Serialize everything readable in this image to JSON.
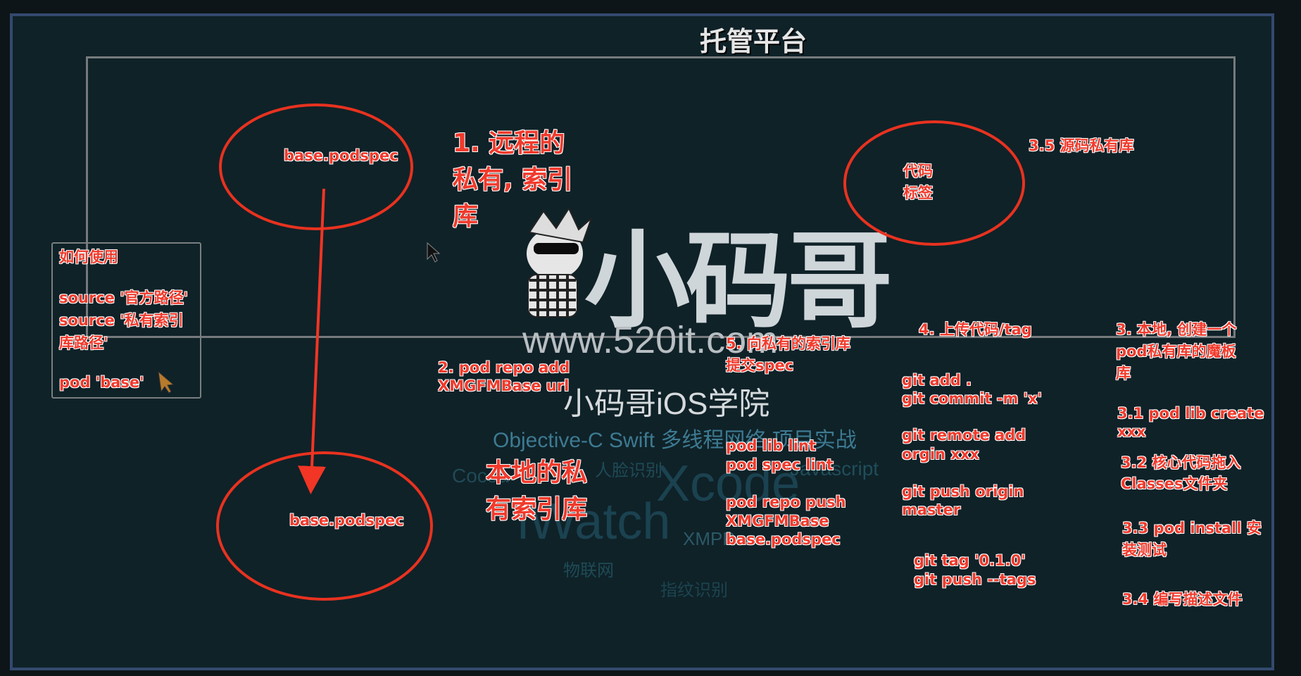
{
  "platform": {
    "title": "托管平台"
  },
  "remote_index": {
    "node_label": "base.podspec",
    "title_lines": [
      "1. 远程的",
      "私有, 索引",
      "库"
    ]
  },
  "local_index": {
    "node_label": "base.podspec",
    "title_lines": [
      "本地的私",
      "有索引库"
    ]
  },
  "source_repo": {
    "node_lines": [
      "代码",
      "标签"
    ],
    "label": "3.5 源码私有库"
  },
  "usage": {
    "title": "如何使用",
    "lines": [
      "source '官方路径'",
      "source '私有索引",
      "库路径'"
    ],
    "pod": "pod 'base'"
  },
  "step2": {
    "lines": [
      "2. pod repo add",
      "XMGFMBase url"
    ]
  },
  "step5": {
    "title_lines": [
      "5. 向私有的索引库",
      "提交spec"
    ],
    "lint": [
      "pod lib lint",
      "pod spec lint"
    ],
    "push": [
      "pod repo push",
      "XMGFMBase",
      "base.podspec"
    ]
  },
  "step4": {
    "title": "4. 上传代码/tag",
    "add_commit": [
      "git add .",
      "git commit -m 'x'"
    ],
    "remote": [
      "git remote add",
      "orgin xxx"
    ],
    "push": [
      "git push origin",
      "master"
    ],
    "tag": [
      "git tag '0.1.0'",
      "git push --tags"
    ]
  },
  "step3": {
    "title_lines": [
      "3. 本地, 创建一个",
      "pod私有库的魔板",
      "库"
    ],
    "s31": [
      "3.1 pod lib create",
      "xxx"
    ],
    "s32": [
      "3.2 核心代码拖入",
      "Classes文件夹"
    ],
    "s33": [
      "3.3 pod install 安",
      "装测试"
    ],
    "s34": "3.4 编写描述文件"
  },
  "watermark": {
    "logo": "小码哥",
    "url": "www.520it.com",
    "school": "小码哥iOS学院",
    "tags": "Objective-C  Swift  多线程网络  项目实战",
    "xcode": "Xcode",
    "iwatch": "iWatch",
    "xmpp": "XMPP",
    "javascript": "Javascript",
    "iot": "物联网",
    "cocoa": "Cocoa",
    "face": "人脸识别",
    "finger": "指纹识别"
  },
  "colors": {
    "accent": "#f03a2c",
    "frame": "#33496e",
    "background": "#0f2228"
  }
}
